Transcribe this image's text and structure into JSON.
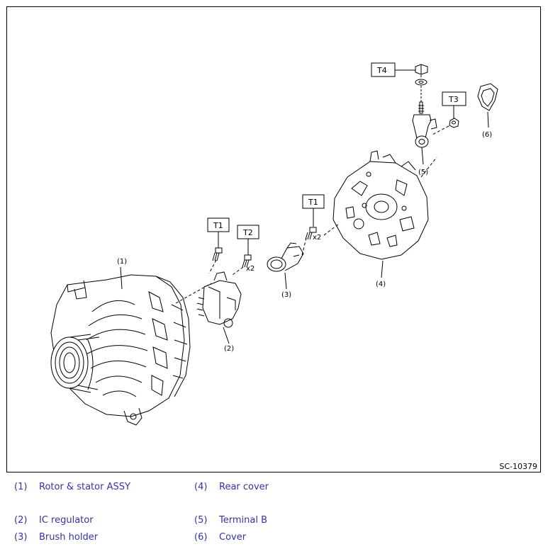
{
  "diagram": {
    "reference_code": "SC-10379",
    "callouts": {
      "c1": "(1)",
      "c2": "(2)",
      "c3": "(3)",
      "c4": "(4)",
      "c5": "(5)",
      "c6": "(6)"
    },
    "torque_tags": {
      "t1a": "T1",
      "t1b": "T1",
      "t2": "T2",
      "t3": "T3",
      "t4": "T4"
    },
    "qty": {
      "q1": "x2",
      "q2": "x2"
    }
  },
  "legend": [
    {
      "num": "(1)",
      "label": "Rotor & stator ASSY"
    },
    {
      "num": "(4)",
      "label": "Rear cover"
    },
    {
      "num": "(2)",
      "label": "IC regulator"
    },
    {
      "num": "(5)",
      "label": "Terminal B"
    },
    {
      "num": "(3)",
      "label": "Brush holder"
    },
    {
      "num": "(6)",
      "label": "Cover"
    }
  ]
}
